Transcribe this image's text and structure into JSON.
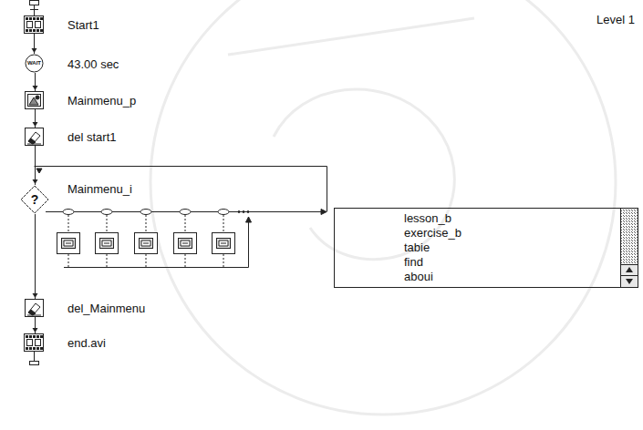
{
  "diagram": {
    "nodes": [
      {
        "text": [
          "Start1"
        ]
      },
      {
        "text": [
          "WAIT",
          "43.00 sec"
        ]
      },
      {
        "text": [
          "Mainmenu_p"
        ]
      },
      {
        "text": [
          "del start1"
        ]
      },
      {
        "text": [
          "?",
          "Mainmenu_i"
        ]
      },
      {
        "text": [
          "lesson_b",
          "exercise_b",
          "tabie",
          "find",
          "aboui"
        ]
      },
      {
        "text": [
          "del_Mainmenu"
        ]
      },
      {
        "text": [
          "end.avi"
        ]
      }
    ],
    "edges": [
      {
        "from": 0,
        "to": 1,
        "arrow": "to"
      },
      {
        "from": 1,
        "to": 2,
        "arrow": "to"
      },
      {
        "from": 2,
        "to": 3,
        "arrow": "to"
      },
      {
        "from": 3,
        "to": 4,
        "arrow": "to"
      },
      {
        "from": 4,
        "to": 6,
        "arrow": "to"
      },
      {
        "from": 6,
        "to": 7,
        "arrow": "to"
      }
    ],
    "labels": [
      "Level 1"
    ]
  }
}
